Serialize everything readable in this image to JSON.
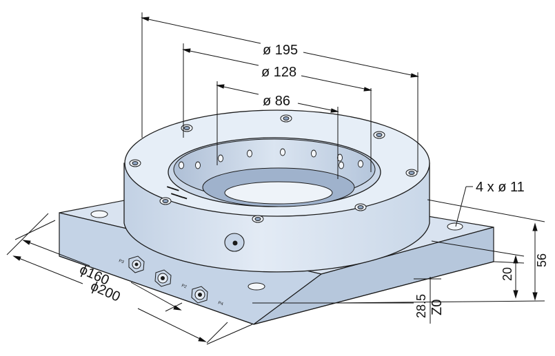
{
  "dimensions": {
    "d195": "ø 195",
    "d128": "ø 128",
    "d86": "ø 86",
    "holes": "4 x ø 11",
    "h56": "56",
    "h20": "20",
    "h28_5": "28.5",
    "z0": "Z0",
    "d160": "ϕ160",
    "d200": "ϕ200"
  },
  "ports": {
    "p3": "P3",
    "p2": "P2",
    "p4": "P4"
  },
  "colors": {
    "body": "#d6e1ef",
    "body_dark": "#b9c8dc",
    "line": "#1a1a1a"
  }
}
